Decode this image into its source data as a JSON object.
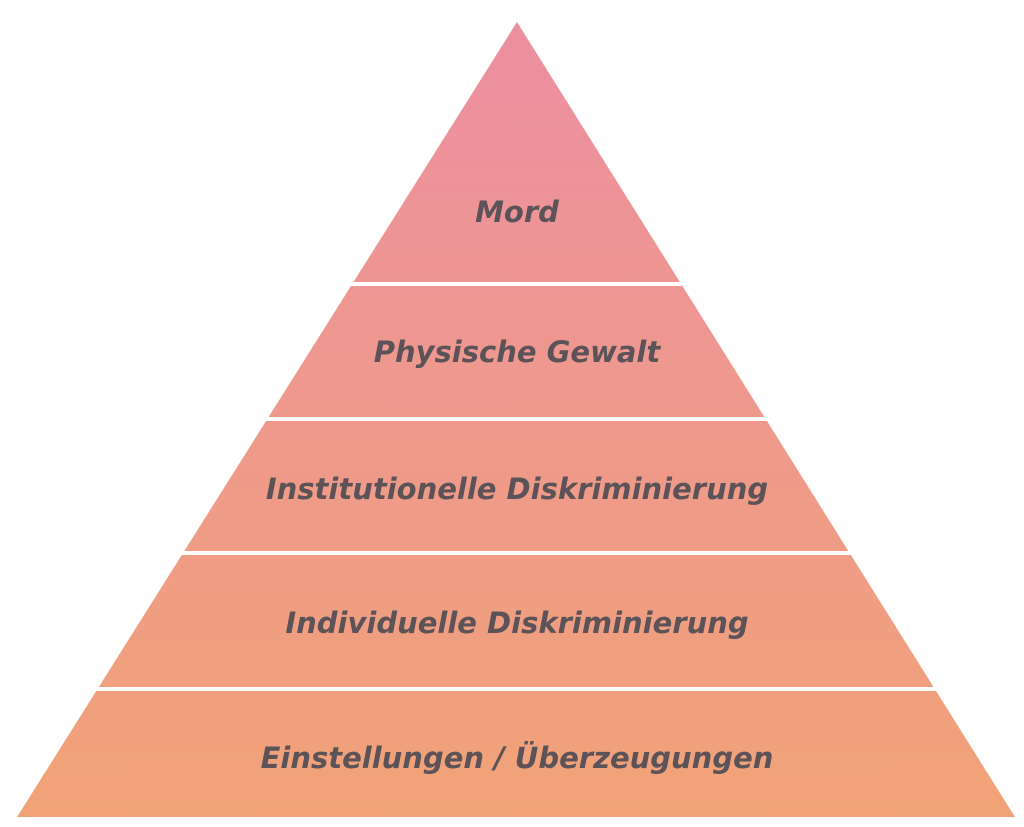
{
  "colors": {
    "top": "#ec8fa1",
    "bottom": "#f1a377",
    "separator": "#ffffff",
    "text": "#5b5358",
    "background": "#ffffff"
  },
  "pyramid": {
    "levels": [
      {
        "label": "Mord"
      },
      {
        "label": "Physische Gewalt"
      },
      {
        "label": "Institutionelle Diskriminierung"
      },
      {
        "label": "Individuelle Diskriminierung"
      },
      {
        "label": "Einstellungen / Überzeugungen"
      }
    ]
  }
}
